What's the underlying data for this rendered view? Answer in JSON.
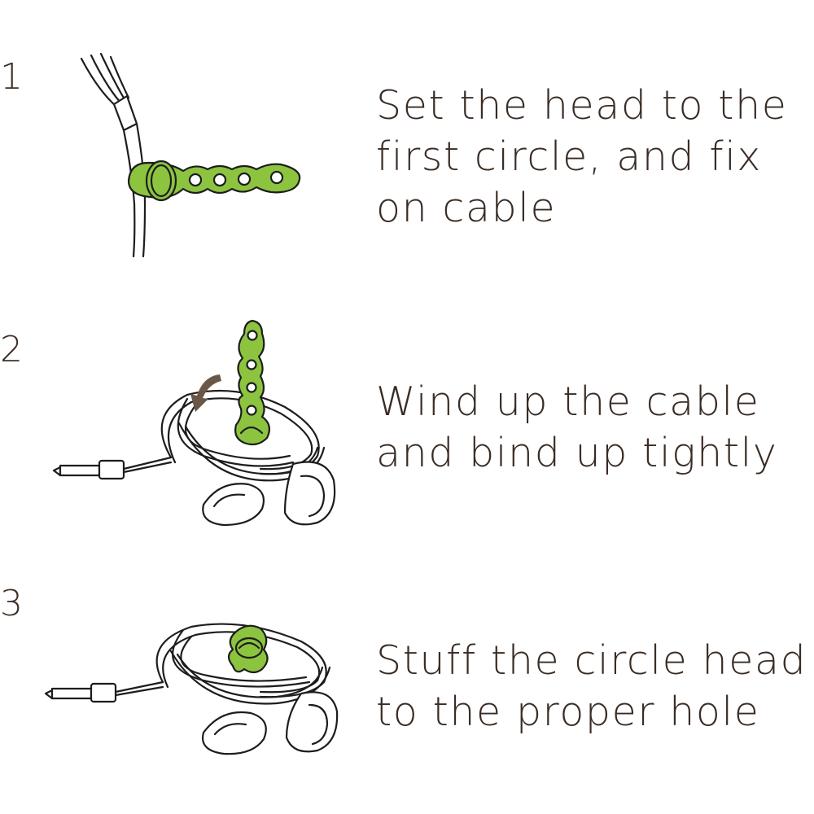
{
  "colors": {
    "tie_green": "#8cc43f",
    "text": "#3a2c24",
    "number": "#3d2f25",
    "arrow": "#6b5747",
    "outline": "#1d1d1d"
  },
  "steps": [
    {
      "number": "1",
      "illustration": "cable-tie-on-cable",
      "lines": [
        "Set the head to the",
        "first circle, and fix",
        "on cable"
      ]
    },
    {
      "number": "2",
      "illustration": "wind-up-cable",
      "lines": [
        "Wind up the cable",
        "and bind up tightly"
      ]
    },
    {
      "number": "3",
      "illustration": "cable-tied-up",
      "lines": [
        "Stuff the circle head",
        "to the proper hole"
      ]
    }
  ]
}
